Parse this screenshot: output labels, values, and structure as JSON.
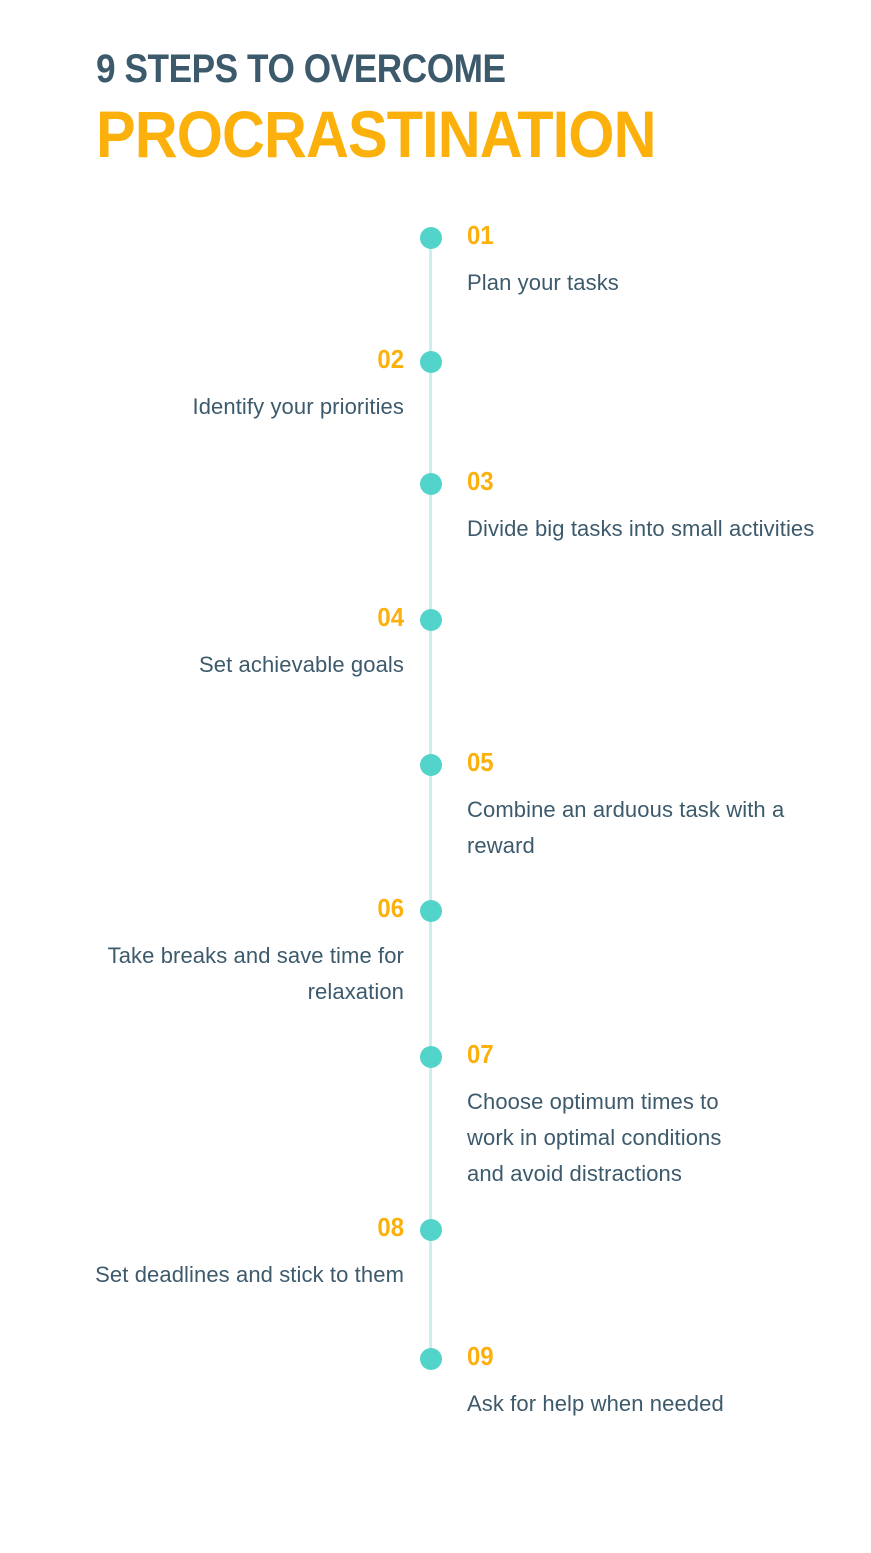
{
  "heading": {
    "line1": "9 Steps to Overcome",
    "line2": "Procrastination"
  },
  "colors": {
    "background": "#ffffff",
    "heading_dark": "#3d5a6c",
    "accent_amber": "#fbb00b",
    "dot_teal": "#52d4cb",
    "line_teal": "#cdeeeb",
    "body_text": "#3d5a6c"
  },
  "timeline": {
    "steps": [
      {
        "number": "01",
        "text": "Plan your tasks",
        "side": "right"
      },
      {
        "number": "02",
        "text": "Identify your priorities",
        "side": "left"
      },
      {
        "number": "03",
        "text": "Divide big tasks into small activities",
        "side": "right"
      },
      {
        "number": "04",
        "text": "Set achievable goals",
        "side": "left"
      },
      {
        "number": "05",
        "text": "Combine an arduous task with a\nreward",
        "side": "right"
      },
      {
        "number": "06",
        "text": "Take breaks and save time for\nrelaxation",
        "side": "left"
      },
      {
        "number": "07",
        "text": "Choose optimum times to\nwork in optimal conditions\nand avoid distractions",
        "side": "right"
      },
      {
        "number": "08",
        "text": "Set deadlines and stick to them",
        "side": "left"
      },
      {
        "number": "09",
        "text": "Ask for help when needed",
        "side": "right"
      }
    ]
  },
  "layout": {
    "dot_tops": [
      227,
      351,
      473,
      609,
      754,
      900,
      1046,
      1219,
      1348
    ],
    "body_tops": [
      222,
      346,
      468,
      604,
      749,
      895,
      1041,
      1214,
      1343
    ]
  }
}
